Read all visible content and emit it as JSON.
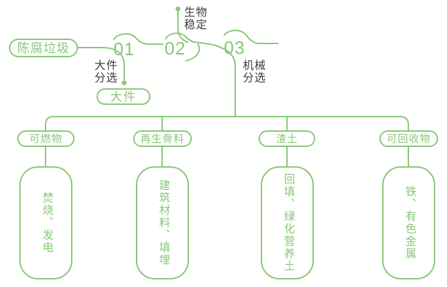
{
  "palette": {
    "green": "#89C778",
    "label_dark": "#3D3D3D",
    "background": "#FFFFFF"
  },
  "source": {
    "label": "陈腐垃圾"
  },
  "steps": [
    {
      "number": "01",
      "process_lines": [
        "大件",
        "分选"
      ],
      "output_label": "大件"
    },
    {
      "number": "02",
      "process_lines": [
        "生物",
        "稳定"
      ]
    },
    {
      "number": "03",
      "process_lines": [
        "机械",
        "分选"
      ]
    }
  ],
  "outputs": [
    {
      "category": "可燃物",
      "use": "焚烧、发电"
    },
    {
      "category": "再生骨料",
      "use": "建筑材料、填埋"
    },
    {
      "category": "渣土",
      "use": "回填、绿化营养土"
    },
    {
      "category": "可回收物",
      "use": "铁、有色金属"
    }
  ]
}
